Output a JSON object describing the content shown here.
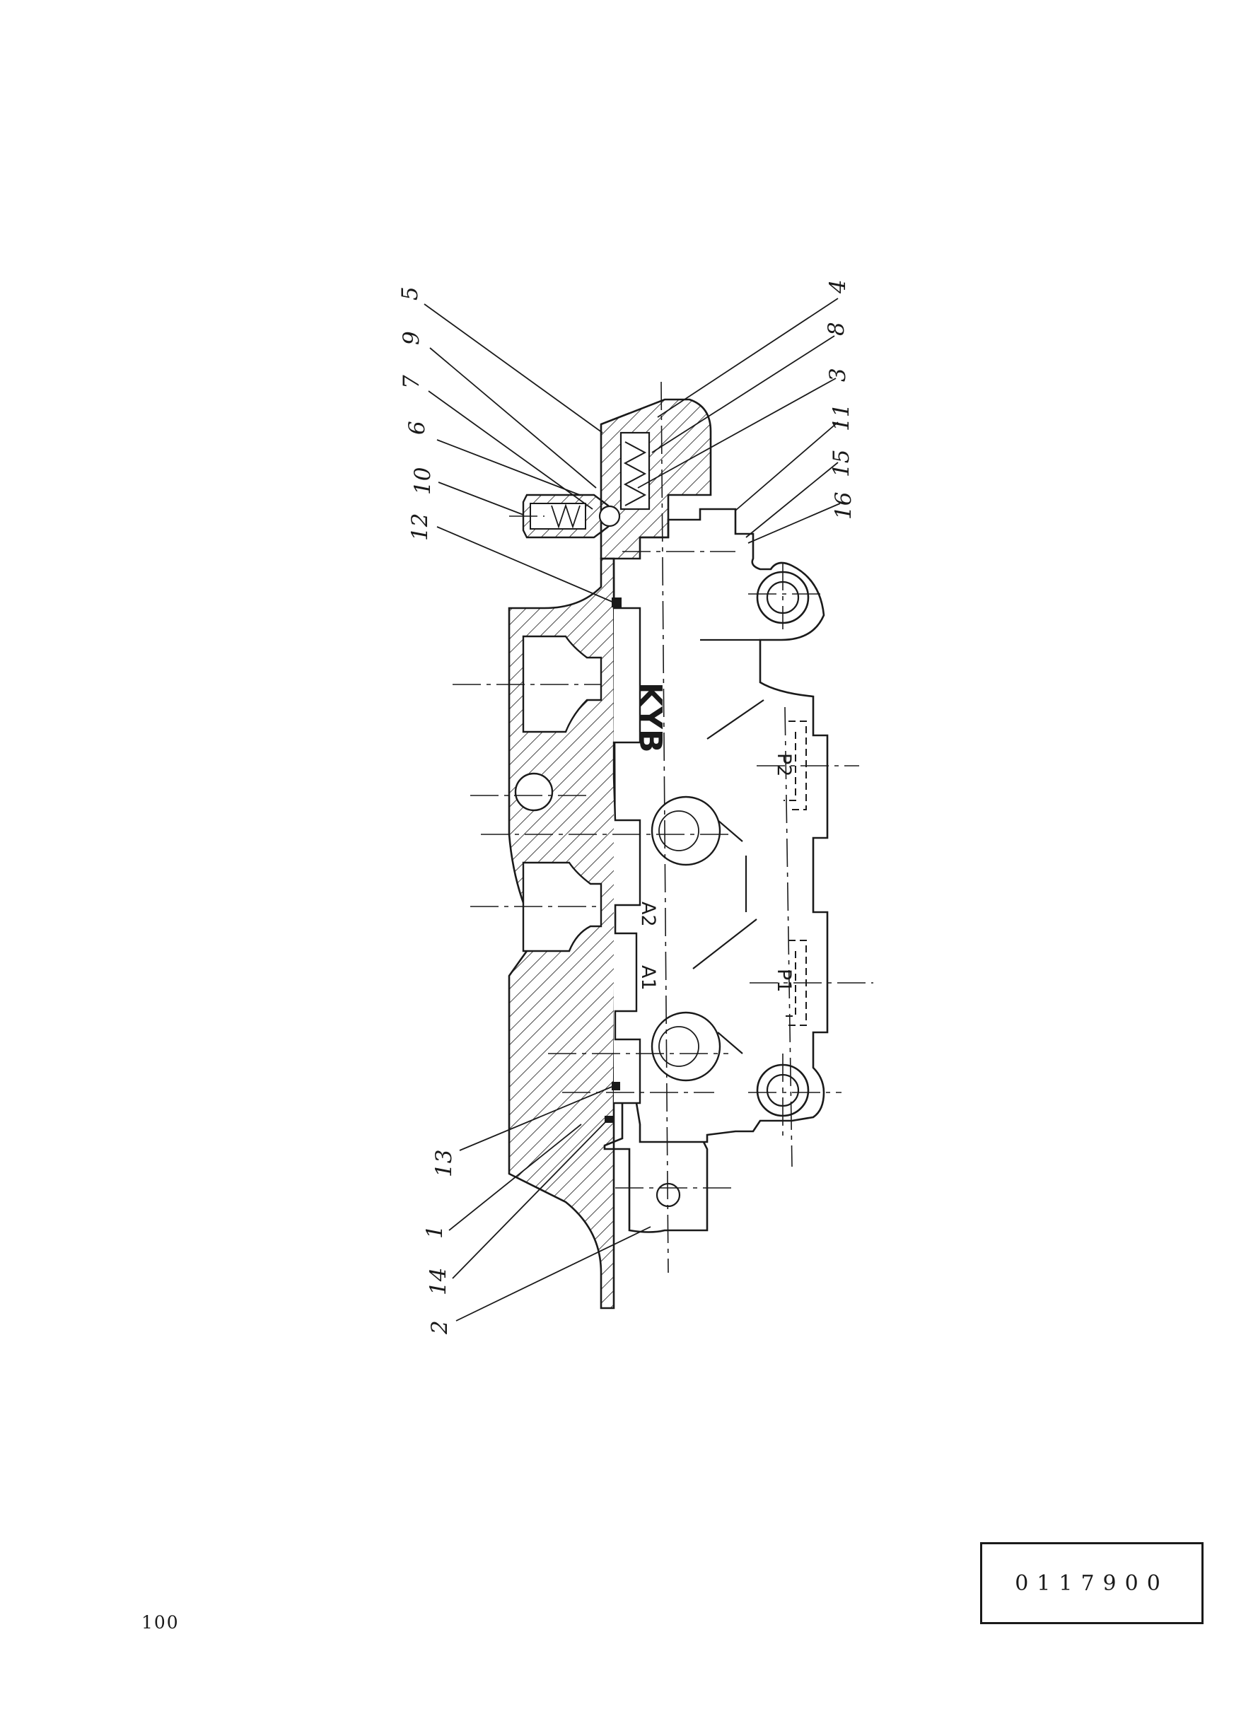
{
  "diagram": {
    "callouts": [
      "5",
      "9",
      "7",
      "6",
      "10",
      "12",
      "4",
      "8",
      "3",
      "11",
      "15",
      "16",
      "13",
      "1",
      "14",
      "2"
    ],
    "body_marks": {
      "brand": "KYB",
      "port_a2": "A2",
      "port_a1": "A1",
      "port_p2": "P2",
      "port_p1": "P1"
    }
  },
  "footer": {
    "page_number": "100",
    "drawing_number": "0117900"
  },
  "colors": {
    "ink": "#1a1a1a",
    "paper": "#ffffff"
  }
}
